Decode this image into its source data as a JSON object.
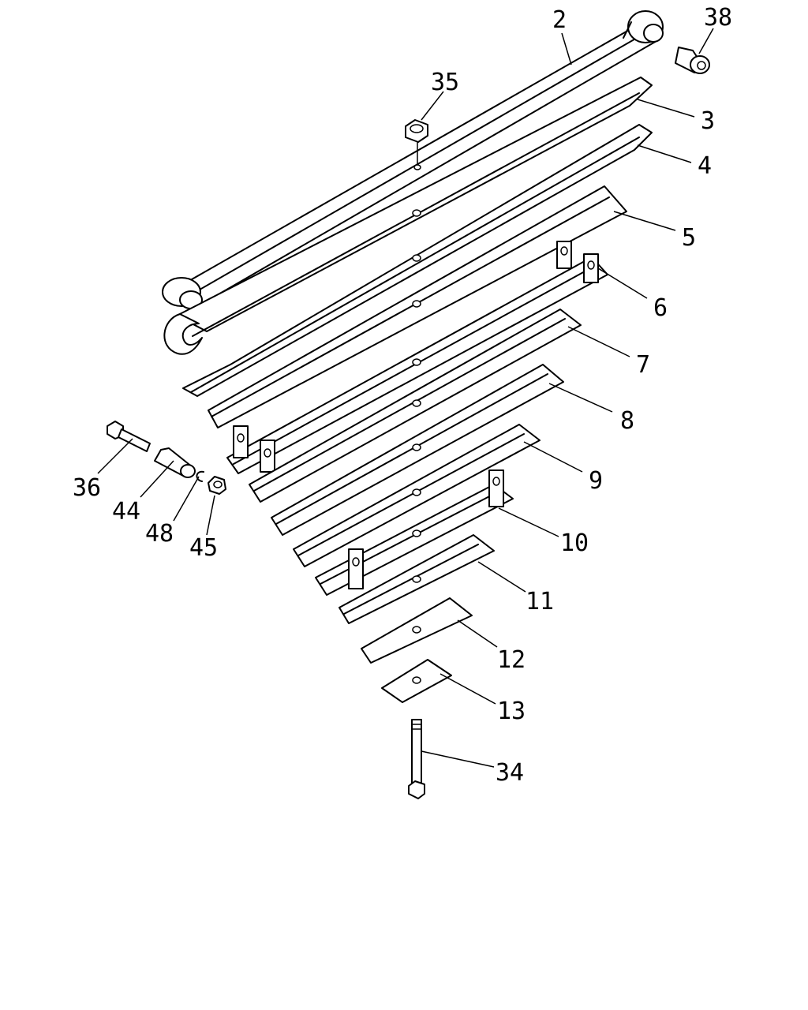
{
  "diagram": {
    "type": "exploded parts diagram",
    "labels": {
      "p2": "2",
      "p3": "3",
      "p4": "4",
      "p5": "5",
      "p6": "6",
      "p7": "7",
      "p8": "8",
      "p9": "9",
      "p10": "10",
      "p11": "11",
      "p12": "12",
      "p13": "13",
      "p34": "34",
      "p35": "35",
      "p36": "36",
      "p38": "38",
      "p44": "44",
      "p45": "45",
      "p48": "48"
    }
  }
}
